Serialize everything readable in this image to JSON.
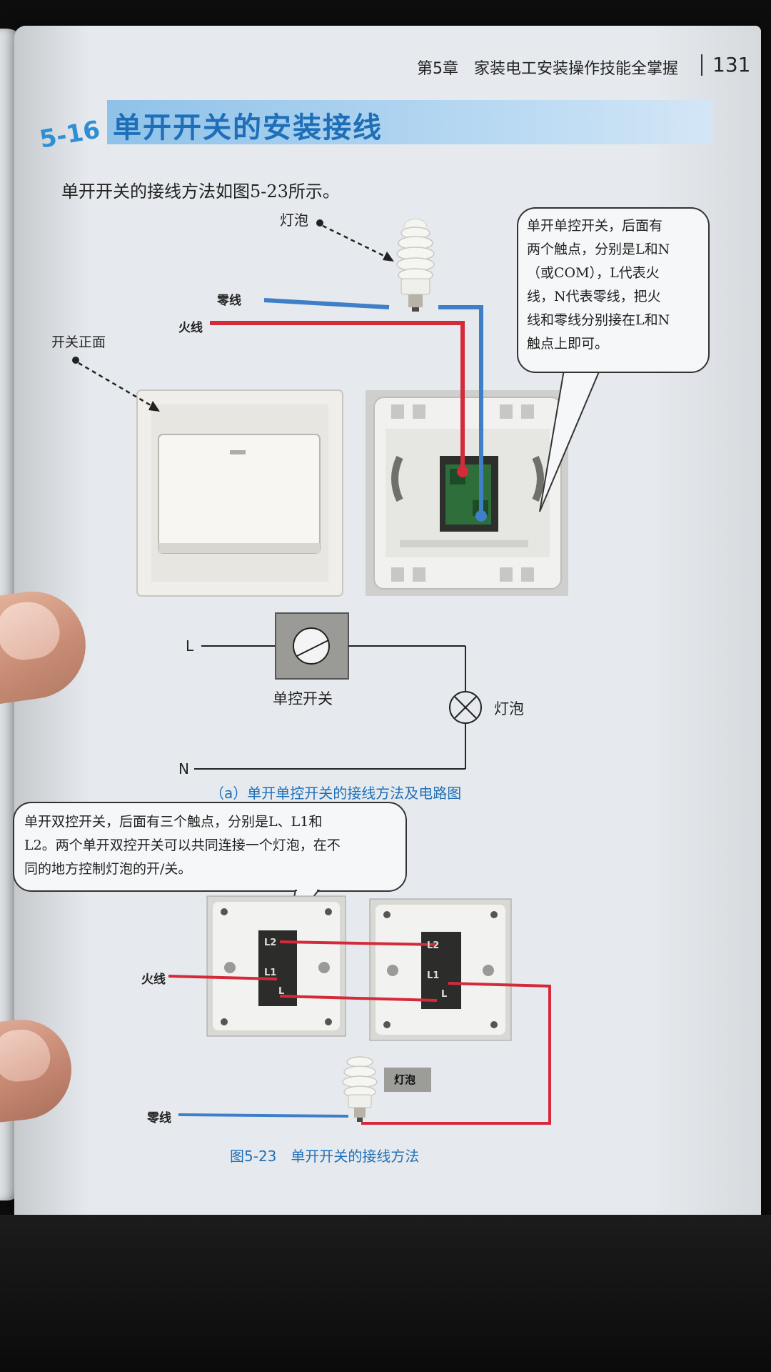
{
  "header": {
    "chapter": "第5章",
    "chapter_title": "家装电工安装操作技能全掌握",
    "page_number": "131"
  },
  "section": {
    "number": "5-16",
    "title": "单开开关的安装接线"
  },
  "intro_text": "单开开关的接线方法如图5-23所示。",
  "figure_a": {
    "bulb_label": "灯泡",
    "neutral_label": "零线",
    "live_label": "火线",
    "switch_front_label": "开关正面",
    "bubble_text": "单开单控开关，后面有\n两个触点，分别是L和N\n（或COM），L代表火\n线，N代表零线，把火\n线和零线分别接在L和N\n触点上即可。",
    "circuit": {
      "L": "L",
      "N": "N",
      "switch_label": "单控开关",
      "lamp_label": "灯泡"
    },
    "caption": "（a）单开单控开关的接线方法及电路图"
  },
  "figure_b": {
    "bubble_text": "单开双控开关，后面有三个触点，分别是L、L1和\nL2。两个单开双控开关可以共同连接一个灯泡，在不\n同的地方控制灯泡的开/关。",
    "live_label": "火线",
    "neutral_label": "零线",
    "bulb_label": "灯泡",
    "terminal_l2": "L2",
    "terminal_l1": "L1",
    "terminal_l": "L"
  },
  "figure_caption": "图5-23　单开开关的接线方法",
  "colors": {
    "live_wire": "#d42a3a",
    "neutral_wire": "#3f7fc8",
    "title_blue": "#1f6fb8",
    "title_bar": "#9cc9ec"
  }
}
